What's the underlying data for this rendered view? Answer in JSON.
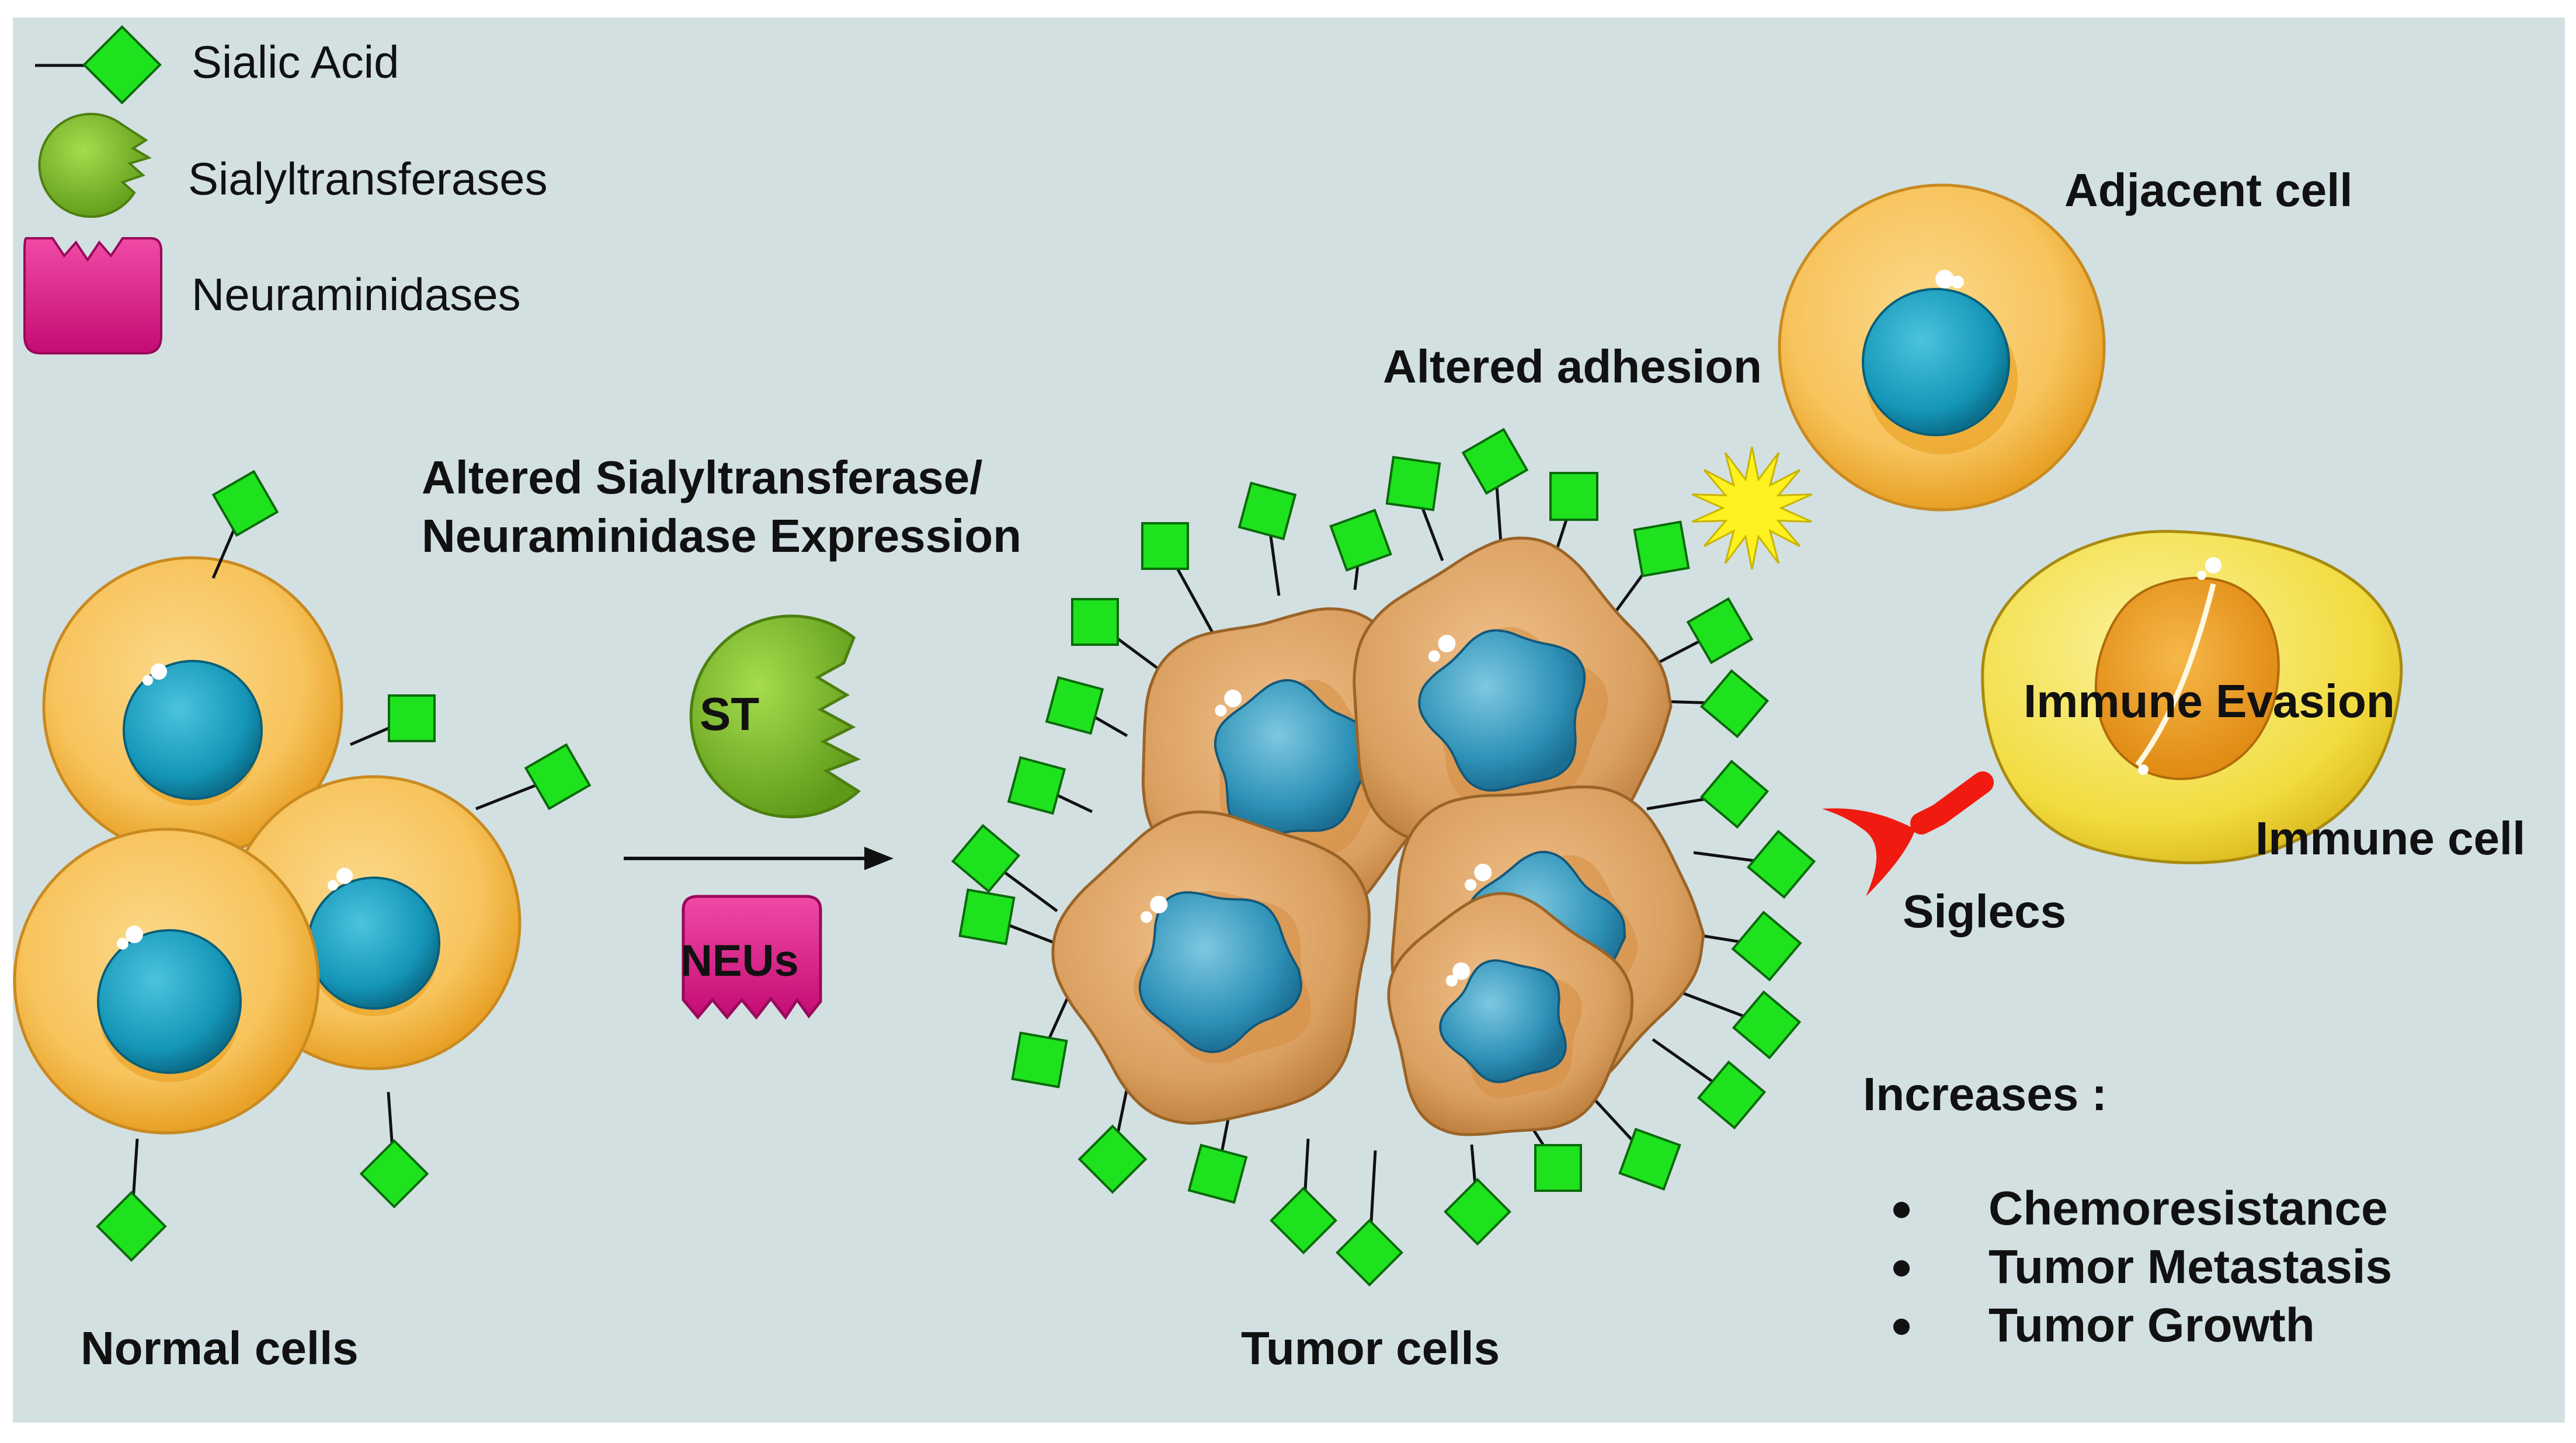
{
  "colors": {
    "background": "#d2e0e2",
    "sialic_acid": "#1ee21e",
    "sialyltransferase": "#7cc02a",
    "neuraminidase": "#e0158a",
    "normal_cell": "#f7c35c",
    "nucleus": "#1aa0c0",
    "tumor_cell": "#dba060",
    "immune_cell": "#f5e24a",
    "siglec": "#f01a10",
    "star": "#fff020"
  },
  "legend": {
    "sialic_acid": "Sialic Acid",
    "sialyltransferases": "Sialyltransferases",
    "neuraminidases": "Neuraminidases"
  },
  "labels": {
    "normal_cells": "Normal cells",
    "tumor_cells": "Tumor cells",
    "process_line1": "Altered Sialyltransferase/",
    "process_line2": "Neuraminidase Expression",
    "st": "ST",
    "neus": "NEUs",
    "adjacent_cell": "Adjacent cell",
    "altered_adhesion": "Altered adhesion",
    "immune_evasion": "Immune Evasion",
    "immune_cell": "Immune cell",
    "siglecs": "Siglecs",
    "increases": "Increases :"
  },
  "outcomes": [
    "Chemoresistance",
    "Tumor Metastasis",
    "Tumor Growth"
  ],
  "icons": [
    "sialic-acid-icon",
    "sialyltransferase-icon",
    "neuraminidase-icon",
    "siglec-receptor-icon",
    "adhesion-star-icon"
  ]
}
